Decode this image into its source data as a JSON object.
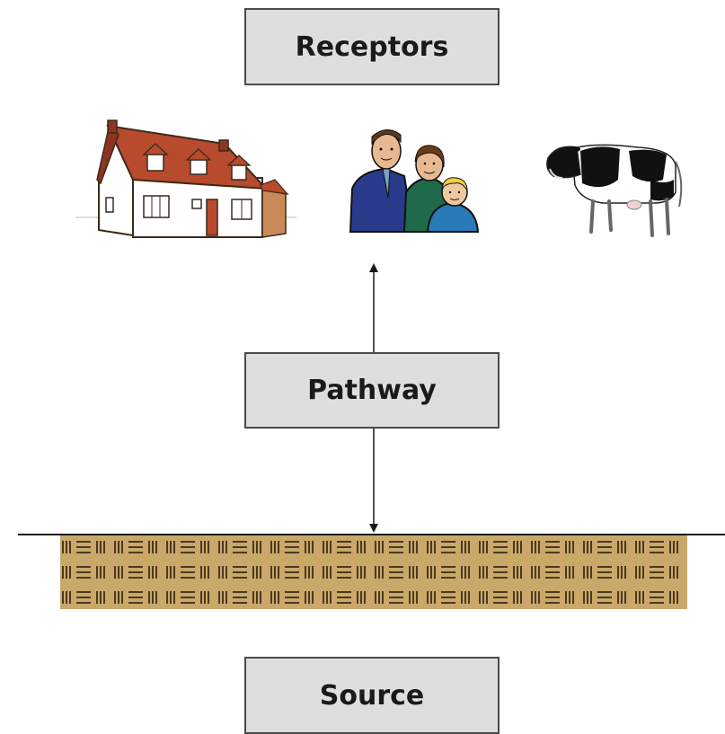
{
  "labels": {
    "receptors": "Receptors",
    "pathway": "Pathway",
    "source": "Source"
  },
  "receptor_icons": [
    "house-icon",
    "family-icon",
    "cow-icon"
  ],
  "colors": {
    "box_fill": "#dedede",
    "box_border": "#4a4a4a",
    "soil": "#c9a86a",
    "soil_hatch": "#4a3a1e",
    "roof": "#b84a2e"
  }
}
